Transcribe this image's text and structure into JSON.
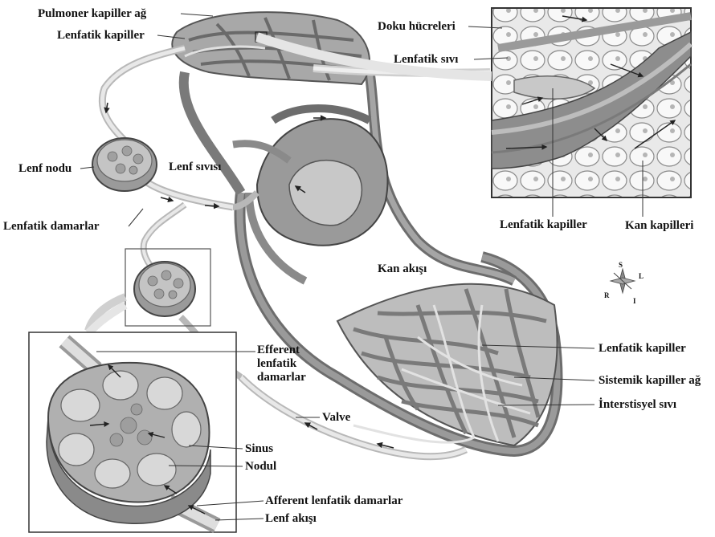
{
  "colors": {
    "background": "#ffffff",
    "vessel_dark": "#6d6d6d",
    "vessel_mid": "#9a9a9a",
    "vessel_light": "#c8c8c8",
    "lymph_light": "#dcdcdc",
    "outline": "#3a3a3a",
    "label_text": "#111111"
  },
  "labels": {
    "pulmoner_kapiller": "Pulmoner kapiller ağ",
    "lenfatik_kapiller_top": "Lenfatik kapiller",
    "doku_hucreleri": "Doku hücreleri",
    "lenfatik_sivi": "Lenfatik sıvı",
    "lenf_nodu": "Lenf nodu",
    "lenf_sivisi": "Lenf sıvısı",
    "lenfatik_damarlar": "Lenfatik damarlar",
    "lenfatik_kapiller_inset": "Lenfatik kapiller",
    "kan_kapilleri": "Kan kapilleri",
    "kan_akisi": "Kan akışı",
    "efferent": "Efferent lenfatik damarlar",
    "lenfatik_kapiller_right": "Lenfatik kapiller",
    "sistemik_kapiller": "Sistemik kapiller ağ",
    "interstisyel": "İnterstisyel sıvı",
    "valve": "Valve",
    "sinus": "Sinus",
    "nodul": "Nodul",
    "afferent": "Afferent lenfatik damarlar",
    "lenf_akisi": "Lenf akışı"
  },
  "compass": {
    "s": "S",
    "l": "L",
    "r": "R",
    "i": "I"
  }
}
